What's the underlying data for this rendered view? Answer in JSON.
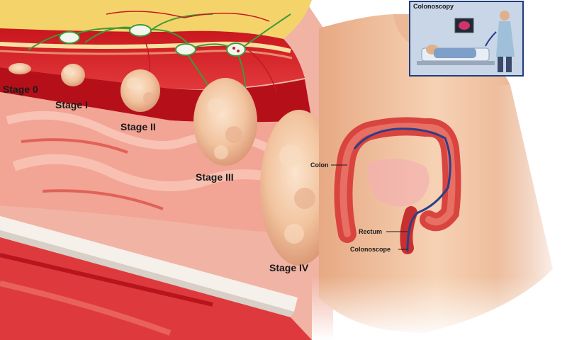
{
  "stages": {
    "stage0": "Stage 0",
    "stage1": "Stage I",
    "stage2": "Stage II",
    "stage3": "Stage III",
    "stage4": "Stage IV"
  },
  "anatomy": {
    "colon": "Colon",
    "rectum": "Rectum",
    "colonoscope": "Colonoscope"
  },
  "inset": {
    "title": "Colonoscopy"
  },
  "colors": {
    "tissue_red": "#d9262b",
    "mucosa_pink": "#f3a79a",
    "tumor_peach": "#f5c9a4",
    "fat_yellow": "#f4d46a",
    "skin_tone": "#f4c8a4",
    "scope_blue": "#2a3f8a"
  }
}
